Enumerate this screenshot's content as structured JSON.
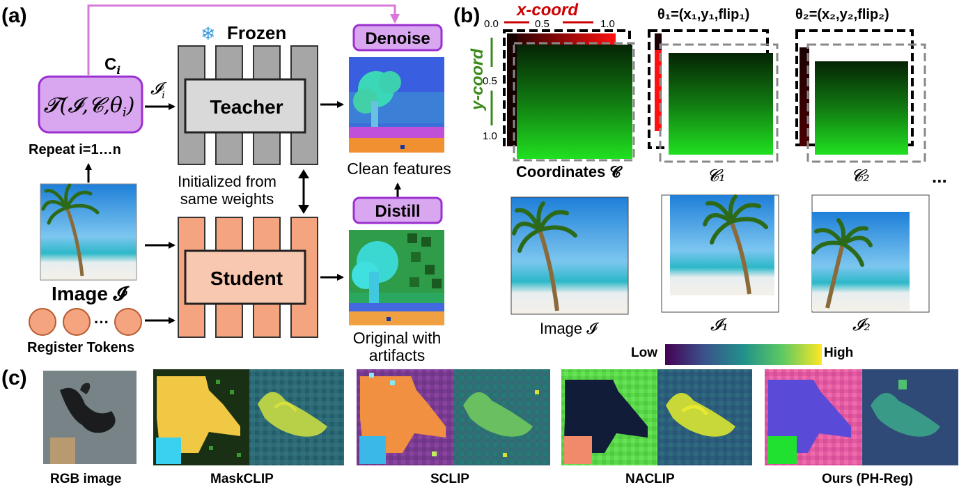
{
  "panel_a": {
    "label": "(a)",
    "frozen": "Frozen",
    "teacher": "Teacher",
    "student": "Student",
    "transform": "𝓣(𝓘,𝓒,θ",
    "transform_idx": "i",
    "transform_close": ")",
    "ci": "C",
    "ci_sub": "i",
    "ii": "𝓘",
    "ii_sub": "i",
    "repeat": "Repeat i=1…n",
    "denoise": "Denoise",
    "distill": "Distill",
    "clean_features": "Clean features",
    "init_line1": "Initialized from",
    "init_line2": "same weights",
    "original_line1": "Original with",
    "original_line2": "artifacts",
    "image_label": "Image 𝓘",
    "dots": "···",
    "register_tokens": "Register Tokens"
  },
  "panel_b": {
    "label": "(b)",
    "x_coord": "x-coord",
    "y_coord": "y-coord",
    "ticks_x": [
      "0.0",
      "0.5",
      "1.0"
    ],
    "ticks_y": [
      "0.5",
      "1.0"
    ],
    "theta1": "θ₁=(x₁,y₁,flip₁)",
    "theta2": "θ₂=(x₂,y₂,flip₂)",
    "coords_label": "Coordinates 𝓒",
    "c1": "𝓒₁",
    "c2": "𝓒₂",
    "ellipsis": "...",
    "image_label": "Image 𝓘",
    "i1": "𝓘₁",
    "i2": "𝓘₂",
    "low": "Low",
    "high": "High"
  },
  "panel_c": {
    "label": "(c)",
    "labels": [
      "RGB image",
      "MaskCLIP",
      "SCLIP",
      "NACLIP",
      "Ours (PH-Reg)"
    ]
  },
  "colors": {
    "purple_box": "#d9a6f0",
    "purple_border": "#9b30d0",
    "teacher_gray": "#a6a6a6",
    "student_orange": "#f4a57f",
    "green_label": "#3a8a1a",
    "red_label": "#cc0000",
    "pink_arrow": "#d878d8"
  }
}
